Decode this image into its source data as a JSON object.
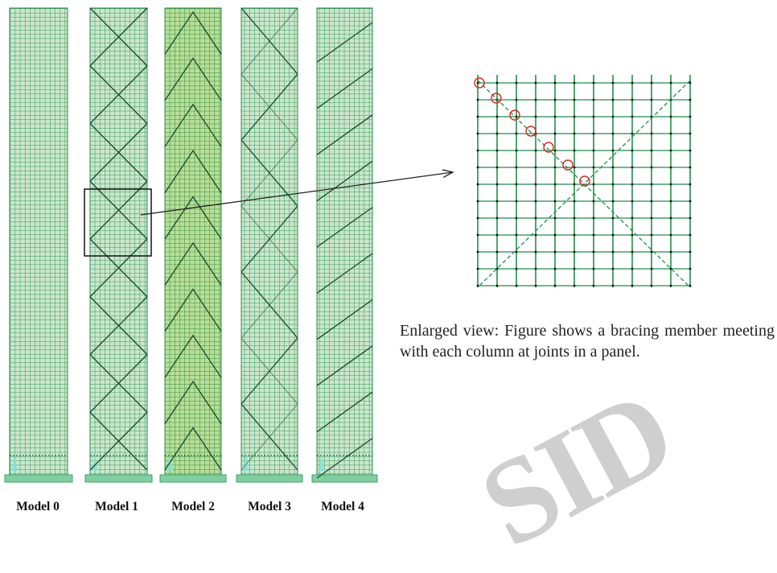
{
  "models": [
    {
      "label": "Model 0",
      "bracing": "none"
    },
    {
      "label": "Model 1",
      "bracing": "x-bracing"
    },
    {
      "label": "Model 2",
      "bracing": "chevron"
    },
    {
      "label": "Model 3",
      "bracing": "large-zigzag"
    },
    {
      "label": "Model 4",
      "bracing": "single-diagonal"
    }
  ],
  "caption": "Enlarged view: Figure shows a bracing member meeting with each column at joints in a panel.",
  "colors": {
    "grid_green": "#1f8f4a",
    "panel_fill_light": "#d7ecd8",
    "panel_fill_dark": "#bfe0a3",
    "bracing": "#164b2a",
    "base": "#7fd0a0",
    "joint_marker": "#e0231b",
    "arrow": "#222222",
    "watermark": "#cfcfcf"
  },
  "watermark": "SID"
}
